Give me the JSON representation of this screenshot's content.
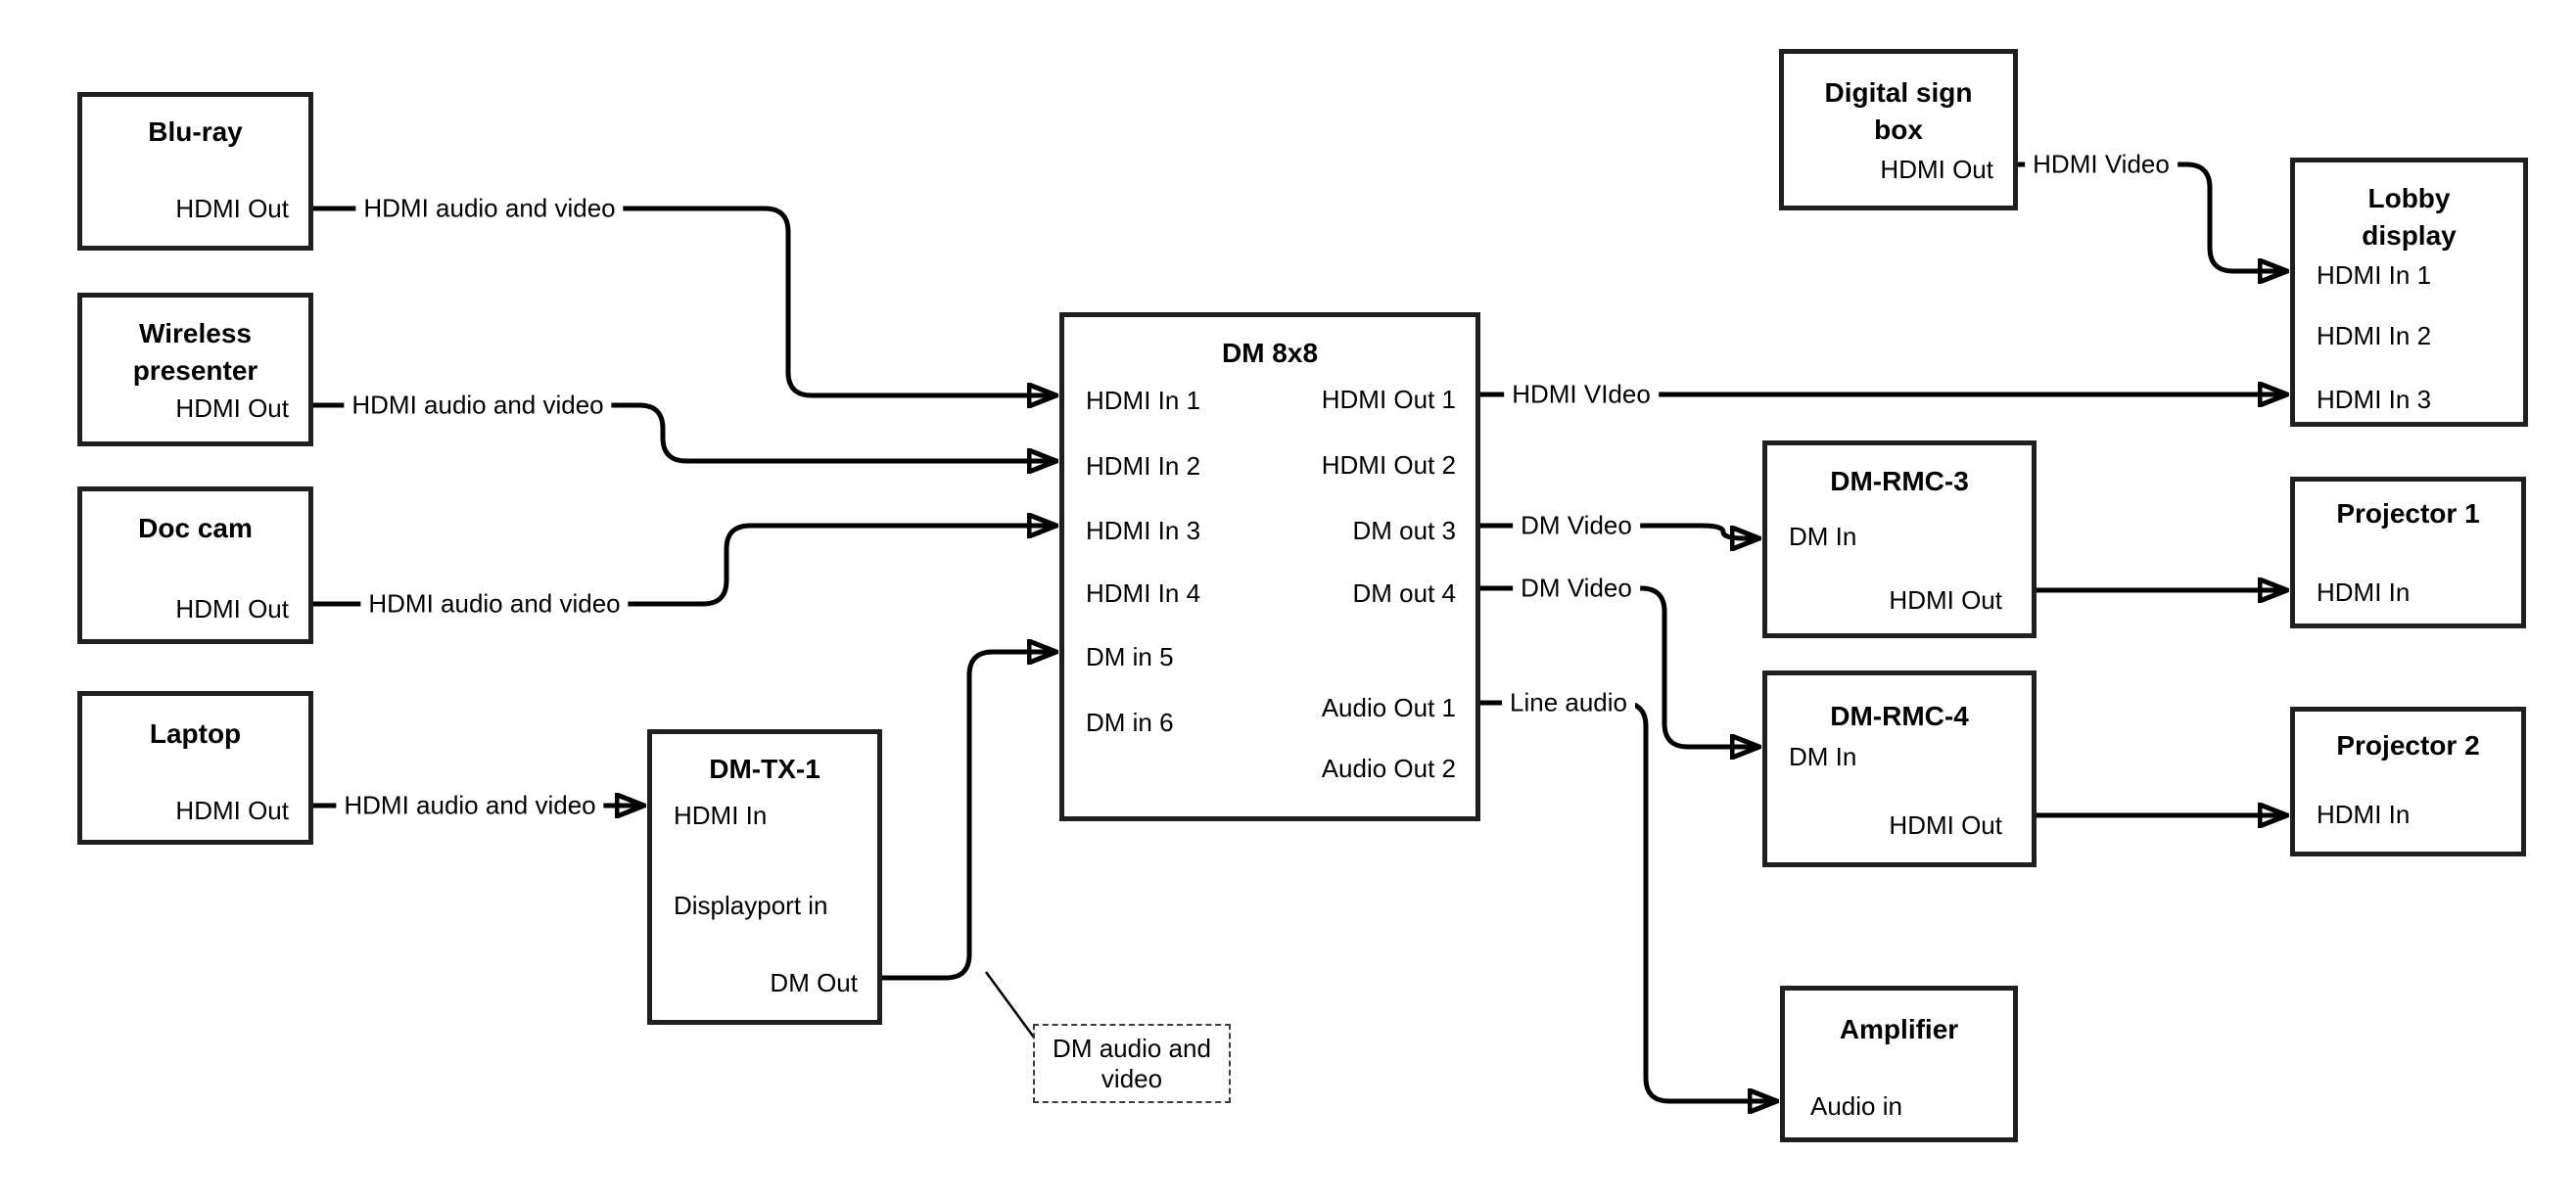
{
  "colors": {
    "background": "#ffffff",
    "box_border": "#1f1f1f",
    "wire": "#000000",
    "text": "#000000"
  },
  "nodes": {
    "bluray": {
      "title": "Blu-ray",
      "ports": {
        "hdmi_out": "HDMI Out"
      }
    },
    "wireless": {
      "title": "Wireless presenter",
      "ports": {
        "hdmi_out": "HDMI Out"
      }
    },
    "doc_cam": {
      "title": "Doc cam",
      "ports": {
        "hdmi_out": "HDMI Out"
      }
    },
    "laptop": {
      "title": "Laptop",
      "ports": {
        "hdmi_out": "HDMI Out"
      }
    },
    "dm_tx_1": {
      "title": "DM-TX-1",
      "ports": {
        "hdmi_in": "HDMI In",
        "displayport_in": "Displayport in",
        "dm_out": "DM Out"
      }
    },
    "dm_8x8": {
      "title": "DM 8x8",
      "ports": {
        "hdmi_in_1": "HDMI In 1",
        "hdmi_in_2": "HDMI In 2",
        "hdmi_in_3": "HDMI In 3",
        "hdmi_in_4": "HDMI In 4",
        "dm_in_5": "DM in 5",
        "dm_in_6": "DM in 6",
        "hdmi_out_1": "HDMI Out 1",
        "hdmi_out_2": "HDMI Out 2",
        "dm_out_3": "DM out 3",
        "dm_out_4": "DM out 4",
        "audio_out_1": "Audio Out 1",
        "audio_out_2": "Audio Out 2"
      }
    },
    "digital_sign_box": {
      "title": "Digital sign box",
      "ports": {
        "hdmi_out": "HDMI Out"
      }
    },
    "lobby_display": {
      "title": "Lobby display",
      "ports": {
        "hdmi_in_1": "HDMI In 1",
        "hdmi_in_2": "HDMI In 2",
        "hdmi_in_3": "HDMI In 3"
      }
    },
    "dm_rmc_3": {
      "title": "DM-RMC-3",
      "ports": {
        "dm_in": "DM In",
        "hdmi_out": "HDMI Out"
      }
    },
    "projector_1": {
      "title": "Projector 1",
      "ports": {
        "hdmi_in": "HDMI In"
      }
    },
    "dm_rmc_4": {
      "title": "DM-RMC-4",
      "ports": {
        "dm_in": "DM In",
        "hdmi_out": "HDMI Out"
      }
    },
    "projector_2": {
      "title": "Projector 2",
      "ports": {
        "hdmi_in": "HDMI In"
      }
    },
    "amplifier": {
      "title": "Amplifier",
      "ports": {
        "audio_in": "Audio in"
      }
    }
  },
  "edge_labels": {
    "bluray_hdmi": "HDMI audio and video",
    "wireless_hdmi": "HDMI audio and video",
    "doccam_hdmi": "HDMI audio and video",
    "laptop_hdmi": "HDMI audio and video",
    "hdmi_out1": "HDMI VIdeo",
    "dm_out3": "DM Video",
    "dm_out4": "DM Video",
    "audio_out1": "Line audio",
    "digital_sign": "HDMI Video",
    "callout": "DM audio and video"
  }
}
